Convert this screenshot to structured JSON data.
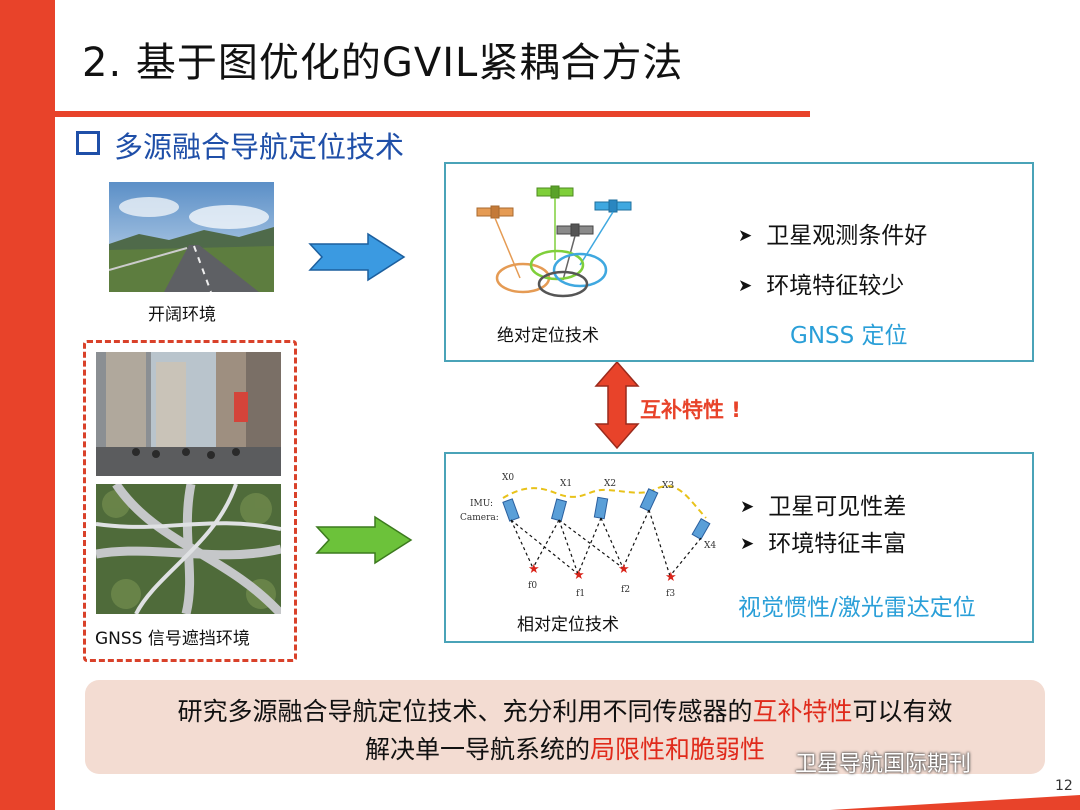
{
  "title": "2. 基于图优化的GVIL紧耦合方法",
  "section_title": "多源融合导航定位技术",
  "open_env": {
    "label": "开阔环境"
  },
  "blocked_env": {
    "label": "GNSS 信号遮挡环境"
  },
  "absolute": {
    "caption": "绝对定位技术",
    "bullets": [
      "卫星观测条件好",
      "环境特征较少"
    ],
    "method": "GNSS 定位"
  },
  "relative": {
    "caption": "相对定位技术",
    "bullets": [
      "卫星可见性差",
      "环境特征丰富"
    ],
    "method": "视觉惯性/激光雷达定位",
    "diagram": {
      "imu_label": "IMU:",
      "camera_label": "Camera:",
      "states": [
        "X0",
        "X1",
        "X2",
        "X3",
        "X4"
      ],
      "features": [
        "f0",
        "f1",
        "f2",
        "f3"
      ]
    }
  },
  "complement_label": "互补特性 !",
  "summary": {
    "line1_a": "研究多源融合导航定位技术、充分利用不同传感器的",
    "line1_red": "互补特性",
    "line1_b": "可以有效",
    "line2_a": "解决单一导航系统的",
    "line2_red": "局限性和脆弱性"
  },
  "watermark": "卫星导航国际期刊",
  "page_number": "12",
  "colors": {
    "accent": "#e8432a",
    "blue": "#1f4fa8",
    "cyan": "#2a9fd8",
    "panel_border": "#4aa3b8"
  }
}
